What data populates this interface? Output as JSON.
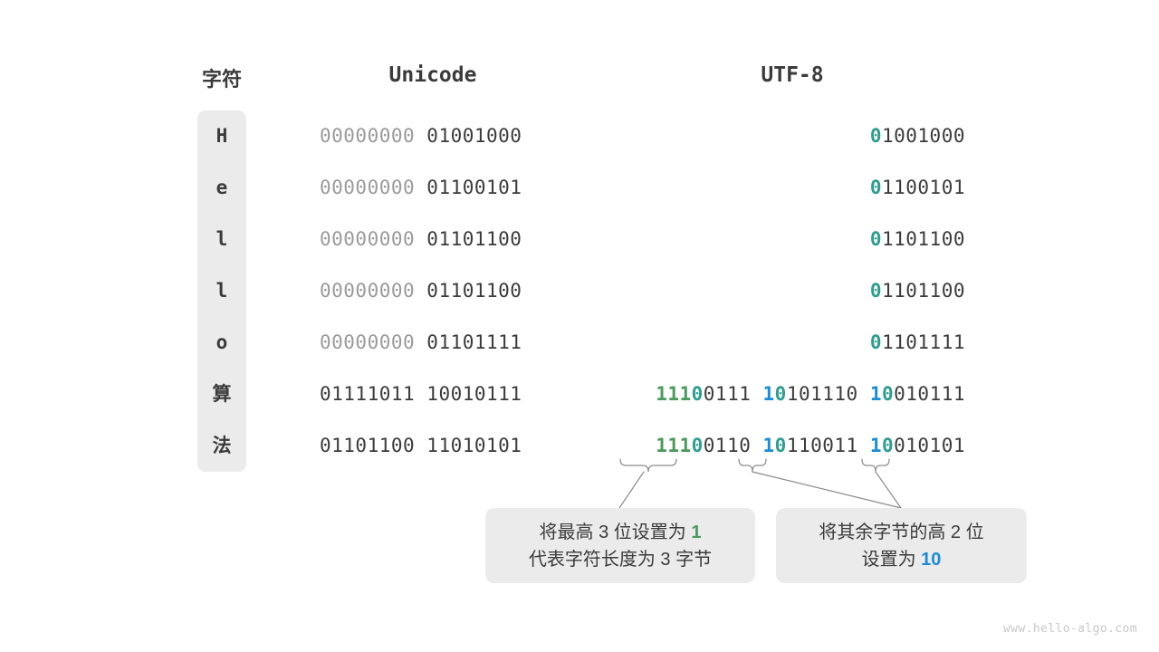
{
  "headers": {
    "character": "字符",
    "unicode": "Unicode",
    "utf8": "UTF-8"
  },
  "rows": [
    {
      "char": "H",
      "unicode_high": "00000000",
      "unicode_low": "01001000",
      "utf8_segments": [
        {
          "text": "0",
          "color": "teal"
        },
        {
          "text": "1001000",
          "color": "dark"
        }
      ]
    },
    {
      "char": "e",
      "unicode_high": "00000000",
      "unicode_low": "01100101",
      "utf8_segments": [
        {
          "text": "0",
          "color": "teal"
        },
        {
          "text": "1100101",
          "color": "dark"
        }
      ]
    },
    {
      "char": "l",
      "unicode_high": "00000000",
      "unicode_low": "01101100",
      "utf8_segments": [
        {
          "text": "0",
          "color": "teal"
        },
        {
          "text": "1101100",
          "color": "dark"
        }
      ]
    },
    {
      "char": "l",
      "unicode_high": "00000000",
      "unicode_low": "01101100",
      "utf8_segments": [
        {
          "text": "0",
          "color": "teal"
        },
        {
          "text": "1101100",
          "color": "dark"
        }
      ]
    },
    {
      "char": "o",
      "unicode_high": "00000000",
      "unicode_low": "01101111",
      "utf8_segments": [
        {
          "text": "0",
          "color": "teal"
        },
        {
          "text": "1101111",
          "color": "dark"
        }
      ]
    },
    {
      "char": "算",
      "unicode_high": "01111011",
      "unicode_low": "10010111",
      "utf8_segments": [
        {
          "text": "111",
          "color": "green"
        },
        {
          "text": "0",
          "color": "teal"
        },
        {
          "text": "0111 ",
          "color": "dark"
        },
        {
          "text": "1",
          "color": "blue"
        },
        {
          "text": "0",
          "color": "teal"
        },
        {
          "text": "101110 ",
          "color": "dark"
        },
        {
          "text": "1",
          "color": "blue"
        },
        {
          "text": "0",
          "color": "teal"
        },
        {
          "text": "010111",
          "color": "dark"
        }
      ]
    },
    {
      "char": "法",
      "unicode_high": "01101100",
      "unicode_low": "11010101",
      "utf8_segments": [
        {
          "text": "111",
          "color": "green"
        },
        {
          "text": "0",
          "color": "teal"
        },
        {
          "text": "0110 ",
          "color": "dark"
        },
        {
          "text": "1",
          "color": "blue"
        },
        {
          "text": "0",
          "color": "teal"
        },
        {
          "text": "110011 ",
          "color": "dark"
        },
        {
          "text": "1",
          "color": "blue"
        },
        {
          "text": "0",
          "color": "teal"
        },
        {
          "text": "010101",
          "color": "dark"
        }
      ]
    }
  ],
  "callouts": {
    "first": {
      "line1_prefix": "将最高 3 位设置为 ",
      "line1_highlight": "1",
      "line2": "代表字符长度为 3 字节"
    },
    "second": {
      "line1": "将其余字节的高 2 位",
      "line2_prefix": "设置为 ",
      "line2_highlight": "10"
    }
  },
  "watermark": "www.hello-algo.com",
  "colors": {
    "green": "#4a9a5c",
    "blue": "#1a8cd8",
    "teal": "#2e9e8f",
    "dark": "#3b3b3b",
    "dim": "#9a9a9a",
    "box_bg": "#ebebeb"
  }
}
